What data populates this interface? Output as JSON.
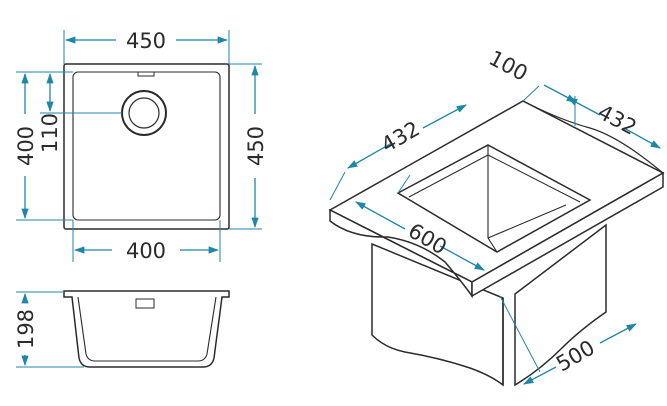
{
  "colors": {
    "dimension": "#1f86a8",
    "outline": "#2b2b2b",
    "background": "#ffffff"
  },
  "dimensions": {
    "top_view": {
      "outer_width": "450",
      "outer_height": "450",
      "inner_width": "400",
      "inner_height": "400",
      "drain_offset": "110"
    },
    "side_view": {
      "depth": "198"
    },
    "iso_view": {
      "rim_width": "100",
      "bowl_width": "432",
      "bowl_length": "432",
      "cabinet_width": "600",
      "cabinet_depth": "500"
    }
  }
}
